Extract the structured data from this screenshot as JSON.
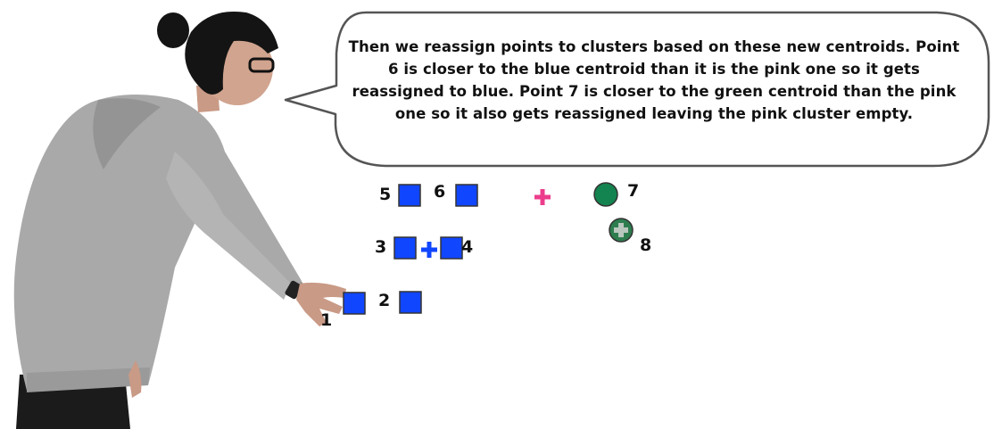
{
  "speech": {
    "text": "Then we reassign points to clusters based on these new centroids. Point 6 is closer to the blue centroid than it is the pink one so it gets reassigned to blue. Point 7 is closer to the green centroid than the pink one so it also gets reassigned leaving the pink cluster empty."
  },
  "colors": {
    "blue": "#1146ff",
    "green": "#13834f",
    "pink": "#ec3d8c",
    "centroid_green": "#2e7d4f"
  },
  "points": [
    {
      "label": "1",
      "cluster": "blue",
      "shape": "square"
    },
    {
      "label": "2",
      "cluster": "blue",
      "shape": "square"
    },
    {
      "label": "3",
      "cluster": "blue",
      "shape": "square"
    },
    {
      "label": "4",
      "cluster": "blue",
      "shape": "square"
    },
    {
      "label": "5",
      "cluster": "blue",
      "shape": "square"
    },
    {
      "label": "6",
      "cluster": "blue",
      "shape": "square"
    },
    {
      "label": "7",
      "cluster": "green",
      "shape": "circle"
    },
    {
      "label": "8",
      "cluster": "green",
      "shape": "centroid"
    }
  ],
  "centroids": [
    {
      "cluster": "blue",
      "marker": "plus"
    },
    {
      "cluster": "pink",
      "marker": "plus"
    },
    {
      "cluster": "green",
      "marker": "plus-in-circle"
    }
  ]
}
